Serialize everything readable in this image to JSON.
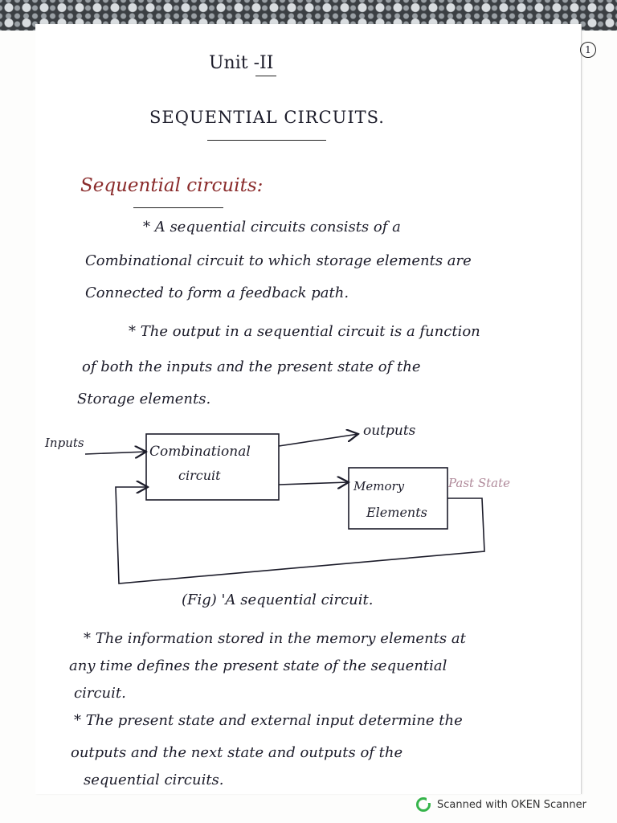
{
  "page_number": "1",
  "unit_title": "Unit -II",
  "chapter_title": "SEQUENTIAL CIRCUITS.",
  "section_heading": "Sequential circuits:",
  "para1": {
    "line1": "* A sequential circuits consists of a",
    "line2": "Combinational circuit to which storage elements are",
    "line3": "Connected to form a feedback path."
  },
  "para2": {
    "line1": "* The output in a sequential circuit is a function",
    "line2": "of both the inputs and the present state of the",
    "line3": "Storage elements."
  },
  "diagram": {
    "inputs_label": "Inputs",
    "outputs_label": "outputs",
    "combinational_label_1": "Combinational",
    "combinational_label_2": "circuit",
    "memory_label_1": "Memory",
    "memory_label_2": "Elements",
    "past_state_label": "Past State",
    "caption": "(Fig) 'A sequential circuit."
  },
  "para3": {
    "line1": "* The information stored in the memory elements at",
    "line2": "any time defines the present state of the sequential",
    "line3": "circuit."
  },
  "para4": {
    "line1": "* The present state and external input determine the",
    "line2": "outputs and the next state and outputs of the",
    "line3": "sequential circuits."
  },
  "scanner_text": "Scanned with OKEN Scanner",
  "colors": {
    "ink": "#1c1c2a",
    "heading_red": "#8a2b2b",
    "past_state": "#b08a9a",
    "scanner_green": "#35b44a"
  }
}
